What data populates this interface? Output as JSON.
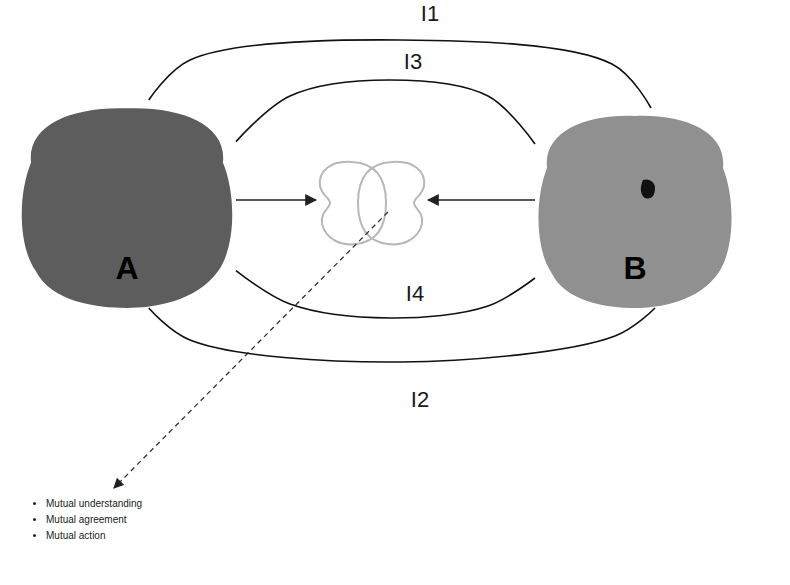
{
  "diagram": {
    "nodes": [
      {
        "text": [
          "A"
        ]
      },
      {
        "text": [
          "B"
        ]
      }
    ],
    "edges": [
      {
        "from": 0,
        "to": 1,
        "arrow": "none",
        "label": "I1"
      },
      {
        "from": 0,
        "to": 1,
        "arrow": "none",
        "label": "I3"
      },
      {
        "from": 0,
        "to": 1,
        "arrow": "none",
        "label": "I4"
      },
      {
        "from": 0,
        "to": 1,
        "arrow": "none",
        "label": "I2"
      }
    ],
    "labels": [
      "Mutual understanding",
      "Mutual agreement",
      "Mutual action"
    ]
  }
}
